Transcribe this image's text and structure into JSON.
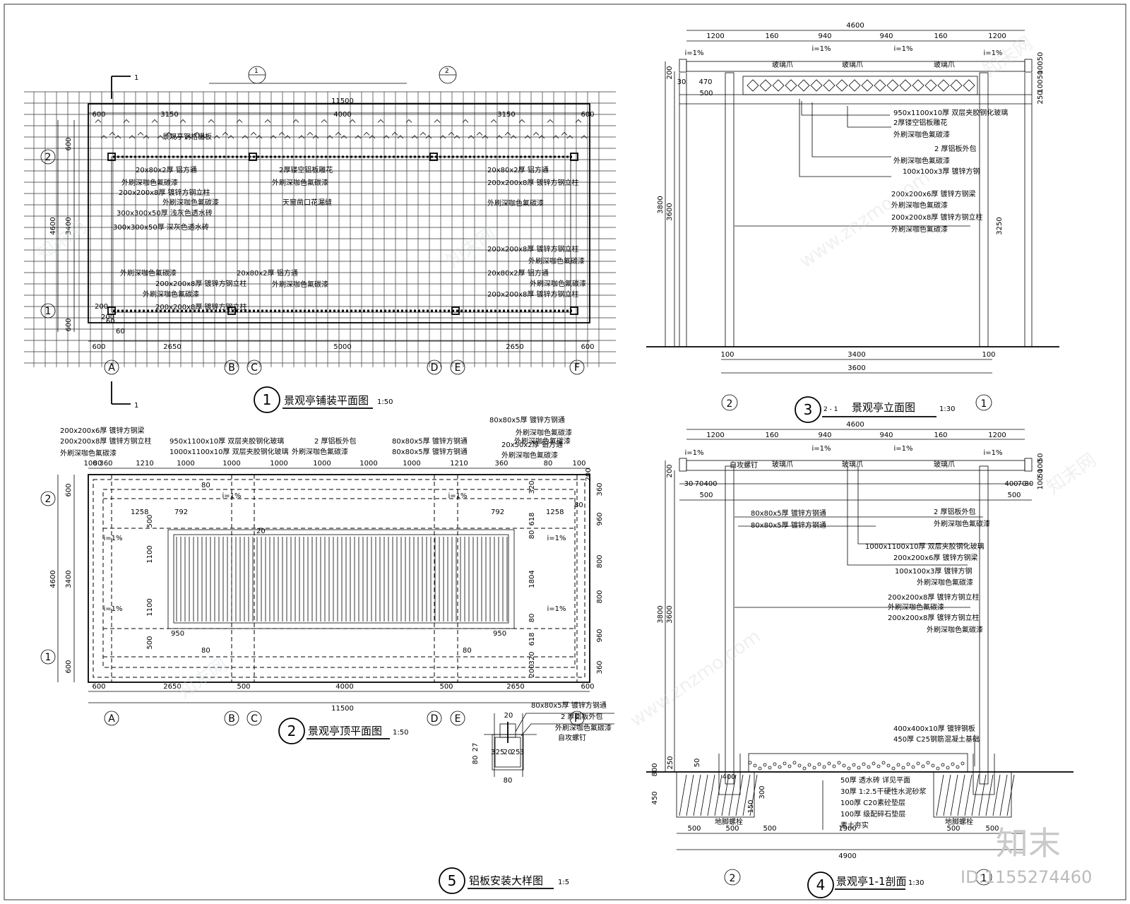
{
  "drawings": {
    "d1": {
      "number": "1",
      "title": "景观亭铺装平面图",
      "scale": "1:50",
      "section_marks": [
        "1",
        "1"
      ],
      "callout_refs": [
        "1",
        "2"
      ],
      "top_dims": [
        "600",
        "3150",
        "4000",
        "3150",
        "600"
      ],
      "overall_top": "11500",
      "bottom_dims": [
        "600",
        "2650",
        "5000",
        "2650",
        "600"
      ],
      "left_dims": [
        "600",
        "3400",
        "600"
      ],
      "left_overall": "4600",
      "small_dims": [
        "200",
        "200",
        "60",
        "60"
      ],
      "axes_x": [
        "A",
        "B",
        "C",
        "D",
        "E",
        "F"
      ],
      "axes_y": [
        "2",
        "1"
      ],
      "labels": [
        "景观亭钢格栅板",
        "20x80x2厚 铝方通",
        "外刷深咖色氟碳漆",
        "200x200x8厚 镀锌方钢立柱",
        "外刷深咖色氟碳漆",
        "300x300x50厚 浅灰色透水砖",
        "300x300x50厚 深灰色透水砖",
        "2厚镂空铝板雕花",
        "外刷深咖色氟碳漆",
        "天窗凿口花漏缝",
        "20x80x2厚 铝方通",
        "200x200x8厚 镀锌方钢立柱",
        "外刷深咖色氟碳漆",
        "200x200x8厚 镀锌方钢立柱",
        "外刷深咖色氟碳漆",
        "20x80x2厚 铝方通",
        "外刷深咖色氟碳漆",
        "200x200x8厚 镀锌方钢立柱",
        "外刷深咖色氟碳漆",
        "200x200x8厚 镀锌方钢立柱",
        "外刷深咖色氟碳漆",
        "200x200x8厚 镀锌方钢立柱",
        "20x80x2厚 铝方通",
        "外刷深咖色氟碳漆"
      ]
    },
    "d2": {
      "number": "2",
      "title": "景观亭顶平面图",
      "scale": "1:50",
      "top_labels": [
        "200x200x6厚 镀锌方钢梁",
        "200x200x8厚 镀锌方钢立柱",
        "外刷深咖色氟碳漆",
        "950x1100x10厚 双层夹胶钢化玻璃",
        "1000x1100x10厚 双层夹胶钢化玻璃",
        "2 厚铝板外包",
        "外刷深咖色氟碳漆",
        "80x80x5厚 镀锌方钢通",
        "80x80x5厚 镀锌方钢通",
        "外刷深咖色氟碳漆",
        "80x80x5厚 镀锌方钢通",
        "外刷深咖色氟碳漆",
        "20x50x2厚 铝方通",
        "外刷深咖色氟碳漆"
      ],
      "top_dims": [
        "100",
        "80",
        "360",
        "1210",
        "1000",
        "1000",
        "1000",
        "1000",
        "1000",
        "1000",
        "1210",
        "360",
        "80",
        "100"
      ],
      "bottom_dims": [
        "600",
        "2650",
        "500",
        "4000",
        "500",
        "2650",
        "600"
      ],
      "overall": "11500",
      "left_dims": [
        "600",
        "3400",
        "600"
      ],
      "left_overall": "4600",
      "inner_dims_left": [
        "500",
        "1100",
        "1100",
        "500"
      ],
      "right_dims": [
        "360",
        "960",
        "800",
        "800",
        "960",
        "360"
      ],
      "right_inner": [
        "200",
        "320",
        "618",
        "80",
        "1804",
        "80",
        "618",
        "320",
        "200"
      ],
      "misc_dims": [
        "80",
        "1258",
        "792",
        "792",
        "1258",
        "80",
        "950",
        "950",
        "80",
        "80",
        "20"
      ],
      "slopes": [
        "i=1%",
        "i=1%",
        "i=1%",
        "i=1%",
        "i=1%",
        "i=1%"
      ],
      "axes_x": [
        "A",
        "B",
        "C",
        "D",
        "E",
        "F"
      ],
      "axes_y": [
        "2",
        "1"
      ]
    },
    "d3": {
      "number": "3",
      "title_prefix": "2 - 1",
      "title": "景观亭立面图",
      "scale": "1:30",
      "top_dims": [
        "1200",
        "160",
        "940",
        "940",
        "160",
        "1200"
      ],
      "overall": "4600",
      "slopes": [
        "i=1%",
        "i=1%",
        "i=1%",
        "i=1%"
      ],
      "roof_labels": [
        "玻璃爪",
        "玻璃爪",
        "玻璃爪"
      ],
      "left_dims": [
        "200",
        "30",
        "470",
        "500"
      ],
      "right_dims": [
        "50",
        "100",
        "50",
        "100",
        "250"
      ],
      "height_dims": [
        "3800",
        "3600",
        "3250"
      ],
      "bottom_dims": [
        "100",
        "3400",
        "100"
      ],
      "bottom_overall": "3600",
      "labels": [
        "950x1100x10厚 双层夹胶钢化玻璃",
        "2厚镂空铝板雕花",
        "外刷深咖色氟碳漆",
        "2 厚铝板外包",
        "外刷深咖色氟碳漆",
        "100x100x3厚 镀锌方钢",
        "200x200x6厚 镀锌方钢梁",
        "外刷深咖色氟碳漆",
        "200x200x8厚 镀锌方钢立柱",
        "外刷深咖色氟碳漆"
      ],
      "axes": [
        "2",
        "1"
      ]
    },
    "d4": {
      "number": "4",
      "title": "景观亭1-1剖面",
      "scale": "1:30",
      "top_dims": [
        "1200",
        "160",
        "940",
        "940",
        "160",
        "1200"
      ],
      "overall": "4600",
      "slopes": [
        "i=1%",
        "i=1%",
        "i=1%",
        "i=1%"
      ],
      "roof_labels": [
        "自攻螺钉",
        "玻璃爪",
        "玻璃爪",
        "玻璃爪"
      ],
      "left_dims": [
        "200",
        "30",
        "70",
        "400",
        "500"
      ],
      "right_dims": [
        "400",
        "70",
        "30",
        "500",
        "50",
        "100",
        "50",
        "100"
      ],
      "height_dims": [
        "3800",
        "3600"
      ],
      "labels": [
        "80x80x5厚 镀锌方钢通",
        "80x80x5厚 镀锌方钢通",
        "2 厚铝板外包",
        "外刷深咖色氟碳漆",
        "1000x1100x10厚 双层夹胶钢化玻璃",
        "200x200x6厚 镀锌方钢梁",
        "100x100x3厚 镀锌方钢",
        "外刷深咖色氟碳漆",
        "200x200x8厚 镀锌方钢立柱",
        "外刷深咖色氟碳漆",
        "200x200x8厚 镀锌方钢立柱",
        "外刷深咖色氟碳漆"
      ],
      "foundation_labels": [
        "400x400x10厚 镀锌钢板",
        "450厚 C25钢筋混凝土基础",
        "50厚 透水砖  详见平面",
        "30厚 1:2.5干硬性水泥砂浆",
        "100厚 C20素砼垫层",
        "100厚 级配碎石垫层",
        "素土夯实"
      ],
      "footing_labels": [
        "地脚螺栓",
        "地脚螺栓"
      ],
      "foundation_dims": [
        "250",
        "800",
        "450",
        "50",
        "400",
        "150",
        "300"
      ],
      "bottom_dims": [
        "500",
        "500",
        "500",
        "1900",
        "500",
        "500"
      ],
      "bottom_overall": "4900",
      "axes": [
        "2",
        "1"
      ]
    },
    "d5": {
      "number": "5",
      "title": "铝板安装大样图",
      "scale": "1:5",
      "labels": [
        "80x80x5厚 镀锌方钢通",
        "2 厚铝板外包",
        "外刷深咖色氟碳漆",
        "自攻螺钉"
      ],
      "dims": [
        "20",
        "27",
        "80",
        "3",
        "25",
        "20",
        "25",
        "3",
        "80"
      ]
    }
  },
  "watermark": {
    "brand": "知末",
    "id": "ID:1155274460",
    "site": "www.znzmo.com",
    "site_cn": "知末网"
  }
}
